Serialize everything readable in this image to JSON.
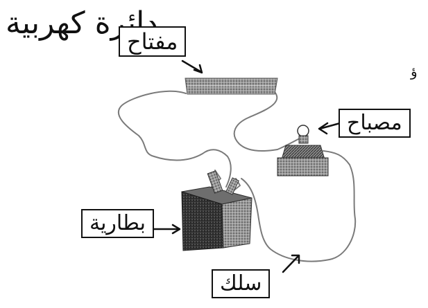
{
  "title": "دائرة كهربية",
  "labels": {
    "switch": "مفتاح",
    "lamp": "مصباح",
    "battery": "بطارية",
    "wire": "سلك"
  },
  "stray_mark": "ؤ"
}
